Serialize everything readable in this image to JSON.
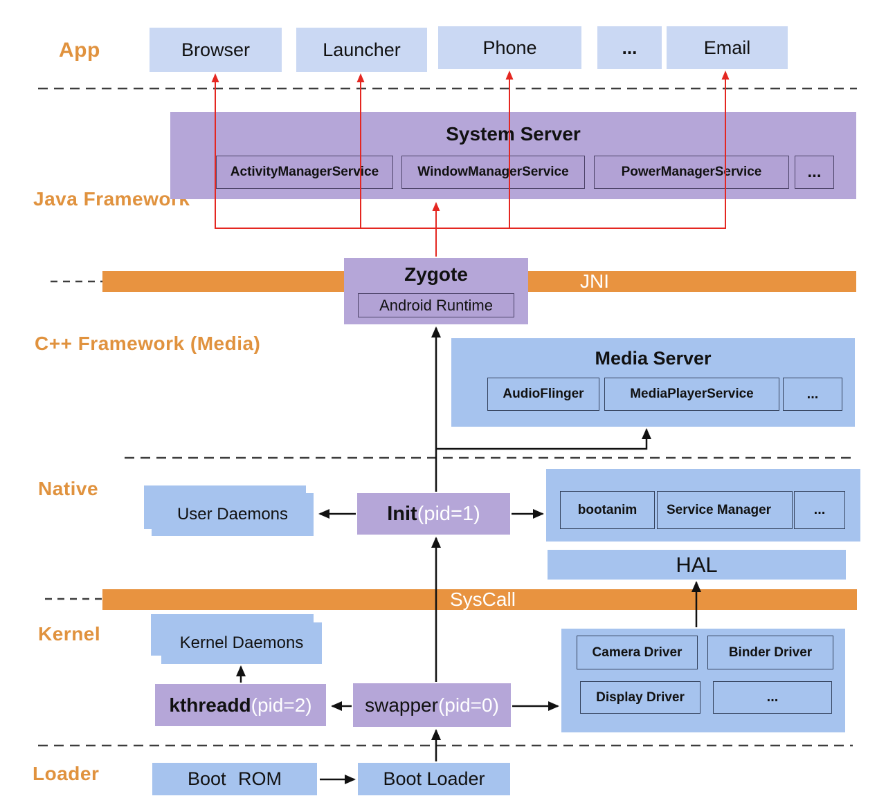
{
  "layers": {
    "app": "App",
    "java": "Java Framework",
    "cpp": "C++ Framework (Media)",
    "native": "Native",
    "kernel": "Kernel",
    "loader": "Loader"
  },
  "app_row": {
    "boxes": [
      "Browser",
      "Launcher",
      "Phone",
      "...",
      "Email"
    ]
  },
  "system_server": {
    "title": "System Server",
    "services": [
      "ActivityManagerService",
      "WindowManagerService",
      "PowerManagerService",
      "..."
    ]
  },
  "bands": {
    "jni": "JNI",
    "syscall": "SysCall"
  },
  "zygote": {
    "title": "Zygote",
    "runtime": "Android Runtime"
  },
  "media_server": {
    "title": "Media Server",
    "services": [
      "AudioFlinger",
      "MediaPlayerService",
      "..."
    ]
  },
  "native_layer": {
    "user_daemons": "User Daemons",
    "init": {
      "name": "Init",
      "pid": "(pid=1)"
    },
    "services": [
      "bootanim",
      "Service Manager",
      "..."
    ],
    "hal": "HAL"
  },
  "kernel_layer": {
    "kernel_daemons": "Kernel Daemons",
    "kthreadd": {
      "name": "kthreadd",
      "pid": "(pid=2)"
    },
    "swapper": {
      "name": "swapper",
      "pid": "(pid=0)"
    },
    "drivers": [
      "Camera Driver",
      "Binder Driver",
      "Display Driver",
      "..."
    ]
  },
  "loader_layer": {
    "boot_rom": "Boot ROM",
    "boot_loader": "Boot Loader"
  },
  "colors": {
    "label_orange": "#e0923e",
    "band_orange": "#e89340",
    "app_box_blue": "#cad8f3",
    "box_blue": "#a6c3ee",
    "box_purple": "#b5a6d8",
    "arrow_red": "#e42721",
    "line_black": "#111111"
  }
}
